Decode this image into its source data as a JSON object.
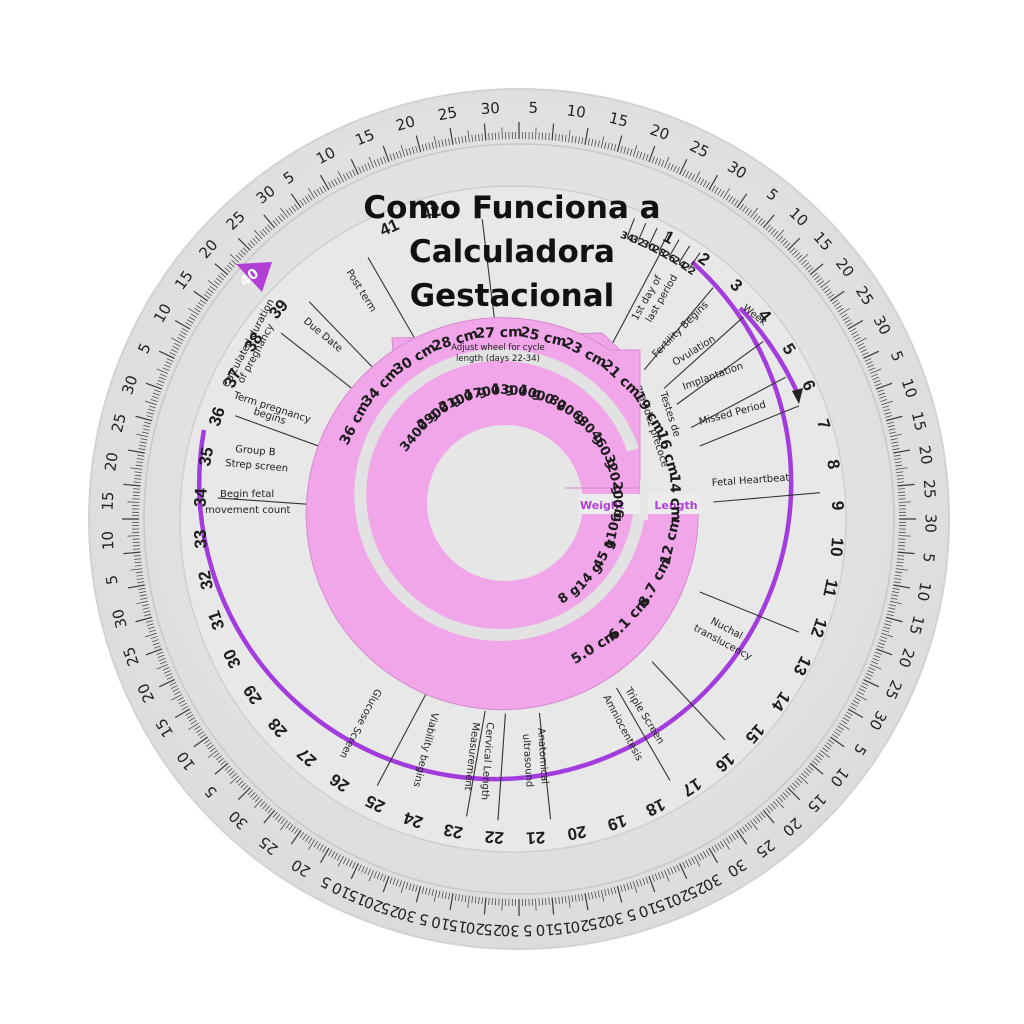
{
  "title": {
    "line1": "Como Funciona a",
    "line2": "Calculadora",
    "line3": "Gestacional"
  },
  "colors": {
    "disc": "#e4e4e4",
    "pink": "#f0a6e8",
    "purple": "#a23cdc",
    "ink": "#1c1c1c"
  },
  "scale_numbers": {
    "top": [
      "5",
      "10",
      "15",
      "20",
      "25",
      "30",
      "5",
      "10",
      "15",
      "20",
      "25",
      "30"
    ],
    "left": [
      "20",
      "25",
      "30",
      "5",
      "10",
      "15",
      "20",
      "25",
      "30",
      "5",
      "10",
      "15",
      "20",
      "25",
      "30",
      "5",
      "10",
      "15",
      "20",
      "25",
      "30"
    ],
    "right": [
      "5",
      "10",
      "15",
      "20",
      "25",
      "30",
      "5",
      "10",
      "15",
      "20",
      "25",
      "30",
      "5",
      "10",
      "15",
      "20",
      "25",
      "30",
      "5",
      "10",
      "15",
      "20",
      "25",
      "30"
    ],
    "bottom": [
      "30",
      "25",
      "20",
      "15",
      "10",
      "5",
      "30",
      "25",
      "20",
      "15",
      "10",
      "5",
      "30",
      "25",
      "20",
      "15",
      "10",
      "5",
      "30",
      "25",
      "20",
      "15",
      "10",
      "5"
    ]
  },
  "weeks": {
    "marker": "40",
    "labels": [
      "1",
      "2",
      "3",
      "4",
      "5",
      "6",
      "7",
      "8",
      "9",
      "10",
      "11",
      "12",
      "13",
      "14",
      "15",
      "16",
      "17",
      "18",
      "19",
      "20",
      "21",
      "22",
      "23",
      "24",
      "25",
      "26",
      "27",
      "28",
      "29",
      "30",
      "31",
      "32",
      "33",
      "34",
      "35",
      "36",
      "37",
      "38",
      "39",
      "41",
      "42"
    ],
    "cycle_numbers": [
      "34",
      "32",
      "30",
      "28",
      "26",
      "24",
      "22"
    ]
  },
  "events": {
    "post_term": "Post term",
    "due_date": "Due Date",
    "calculated_duration": "Calculated duration",
    "of_pregnancy": "of pregnancy",
    "term_pregnancy": "Term pregnancy",
    "begins": "begins",
    "group_b": "Group B",
    "strep_screen": "Strep screen",
    "begin_fetal": "Begin fetal",
    "movement_count": "movement count",
    "first_day": "1st day of",
    "last_period": "last period",
    "fertility": "Fertility Begins",
    "week": "Week",
    "ovulation": "Ovulation",
    "implantation": "Implantation",
    "missed_period": "Missed Period",
    "testes": "Testes de",
    "gravidez": "gravidez precoce",
    "fetal_heartbeat": "Fetal Heartbeat",
    "nuchal": "Nuchal",
    "translucency": "translucency",
    "triple_screen": "Triple Screen",
    "amniocentesis": "Amniocentesis",
    "anatomical": "Anatomical",
    "ultrasound": "ultrasound",
    "cervical": "Cervical Length",
    "measurement": "Measurement",
    "viability": "Viability begins",
    "glucose": "Glucose Screen"
  },
  "pink": {
    "adjust1": "Adjust wheel for cycle",
    "adjust2": "length (days 22-34)",
    "weight_label": "Weight",
    "length_label": "Length",
    "outer_lengths": [
      "36 cm",
      "34 cm",
      "30 cm",
      "28 cm",
      "27 cm",
      "25 cm",
      "23 cm",
      "21 cm",
      "19 cm",
      "16 cm",
      "14 cm",
      "12 cm",
      "8.7 cm",
      "6.1 cm",
      "5.0 cm"
    ],
    "inner_weights": [
      "3400 g",
      "2900 g",
      "2100 g",
      "1700 g",
      "1300 g",
      "1000 g",
      "820 g",
      "630 g",
      "460 g",
      "320 g",
      "200 g",
      "110 g",
      "45 g",
      "14 g",
      "8 g"
    ]
  }
}
